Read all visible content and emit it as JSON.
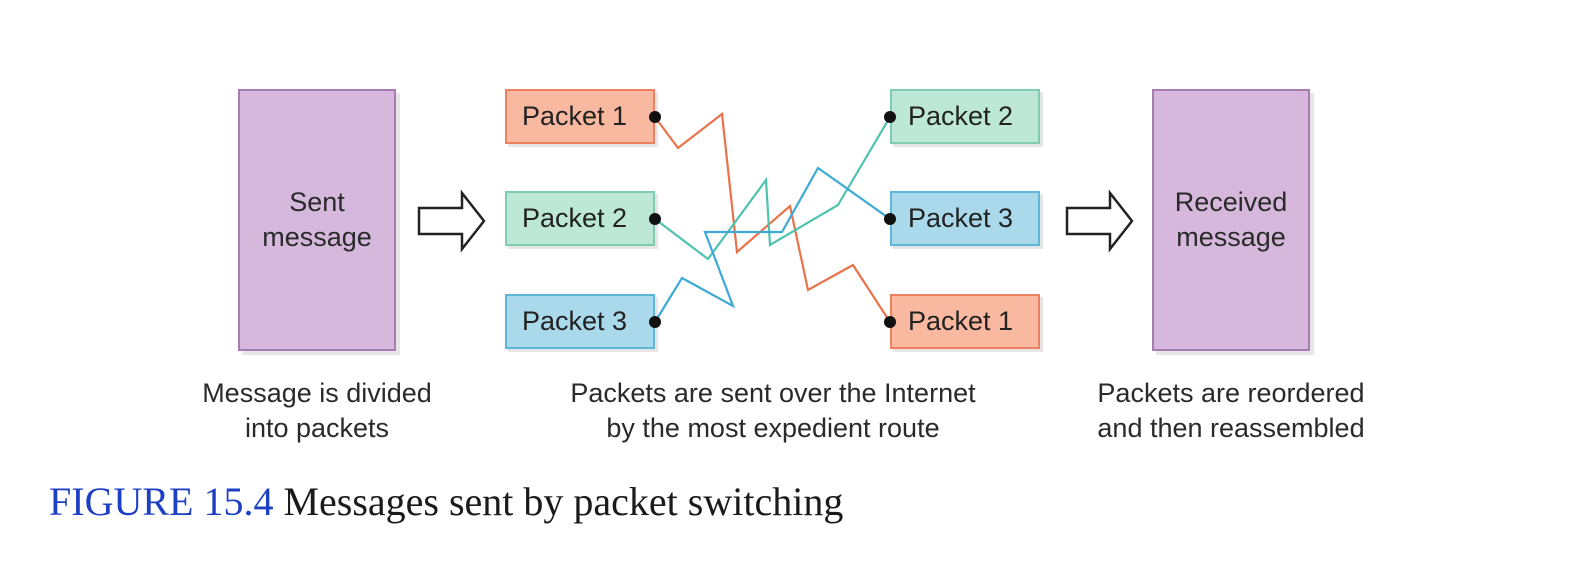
{
  "sender": {
    "box_label": "Sent\nmessage",
    "caption": "Message is divided\ninto packets"
  },
  "network": {
    "left_packets": [
      "Packet 1",
      "Packet 2",
      "Packet 3"
    ],
    "right_packets": [
      "Packet 2",
      "Packet 3",
      "Packet 1"
    ],
    "caption": "Packets are sent over the Internet\nby the most expedient route"
  },
  "receiver": {
    "box_label": "Received\nmessage",
    "caption": "Packets are reordered\nand then reassembled"
  },
  "figure": {
    "number": "FIGURE 15.4",
    "title": "Messages sent by packet switching"
  },
  "colors": {
    "packet1": "#e8734a",
    "packet2": "#4fc2b0",
    "packet3": "#3fa9d6",
    "message_box": "#d5b8dc"
  },
  "icons": [
    "arrow-right-icon"
  ]
}
